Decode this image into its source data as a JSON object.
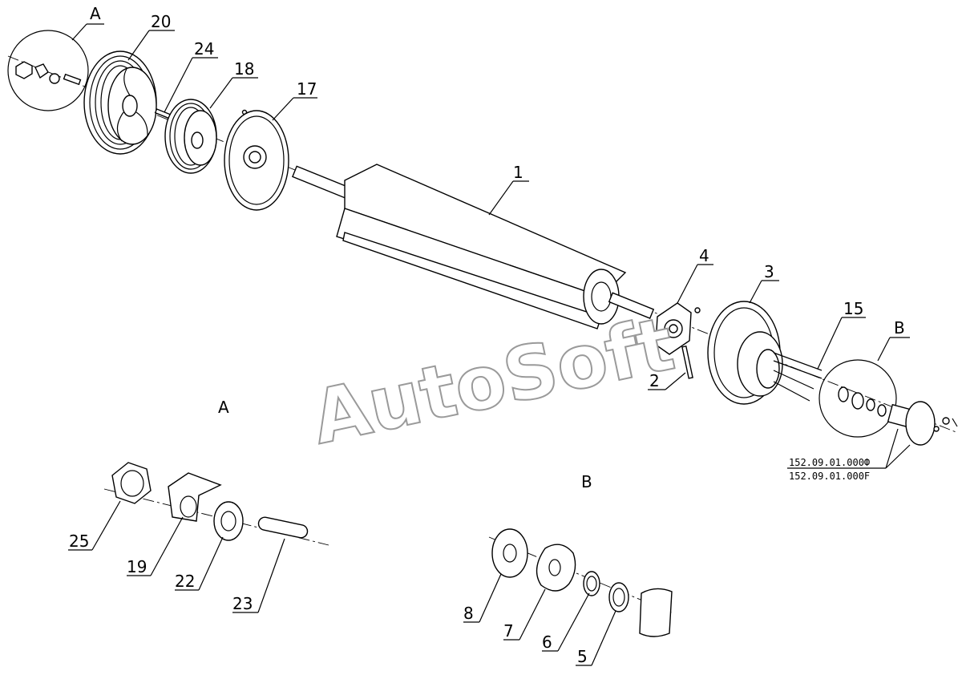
{
  "watermark": "AutoSoft",
  "section_labels": {
    "detail_a_title": "A",
    "detail_b_title": "B",
    "callout_a": "A",
    "callout_b": "B"
  },
  "part_labels": {
    "p1": "1",
    "p2": "2",
    "p3": "3",
    "p4": "4",
    "p5": "5",
    "p6": "6",
    "p7": "7",
    "p8": "8",
    "p15": "15",
    "p17": "17",
    "p18": "18",
    "p19": "19",
    "p20": "20",
    "p22": "22",
    "p23": "23",
    "p24": "24",
    "p25": "25"
  },
  "part_codes": [
    "152.09.01.000Ф",
    "152.09.01.000F"
  ]
}
